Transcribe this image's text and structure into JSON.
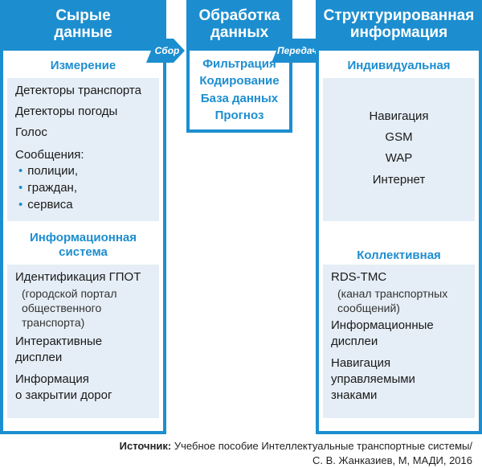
{
  "columns": {
    "raw": {
      "title": "Сырые\nданные",
      "measurement": {
        "heading": "Измерение",
        "items": [
          "Детекторы транспорта",
          "Детекторы погоды",
          "Голос"
        ],
        "messages_label": "Сообщения:",
        "messages": [
          "полиции,",
          "граждан,",
          "сервиса"
        ]
      },
      "info_system": {
        "heading": "Информационная\nсистема",
        "items": [
          {
            "main": "Идентификация ГПОТ",
            "sub": "(городской портал\nобщественного\nтранспорта)"
          },
          {
            "main": "Интерактивные\nдисплеи"
          },
          {
            "main": "Информация\nо закрытии дорог"
          }
        ]
      }
    },
    "processing": {
      "title": "Обработка\nданных",
      "items": [
        "Фильтрация",
        "Кодирование",
        "База данных",
        "Прогноз"
      ]
    },
    "structured": {
      "title": "Структурированная\nинформация",
      "individual": {
        "heading": "Индивидуальная",
        "items": [
          "Навигация",
          "GSM",
          "WAP",
          "Интернет"
        ]
      },
      "collective": {
        "heading": "Коллективная",
        "items": [
          {
            "main": "RDS-TMC",
            "sub": "(канал транспортных\nсообщений)"
          },
          {
            "main": "Информационные\nдисплеи"
          },
          {
            "main": "Навигация\nуправляемыми\nзнаками"
          }
        ]
      }
    }
  },
  "arrows": {
    "collect": "Сбор",
    "transfer": "Передача"
  },
  "source": {
    "label": "Источник:",
    "text_line1": "Учебное пособие Интеллектуальные транспортные системы/",
    "text_line2": "С. В. Жанказиев, М, МАДИ, 2016"
  },
  "colors": {
    "accent": "#1c8ed0",
    "box_fill": "#e5eef6"
  }
}
